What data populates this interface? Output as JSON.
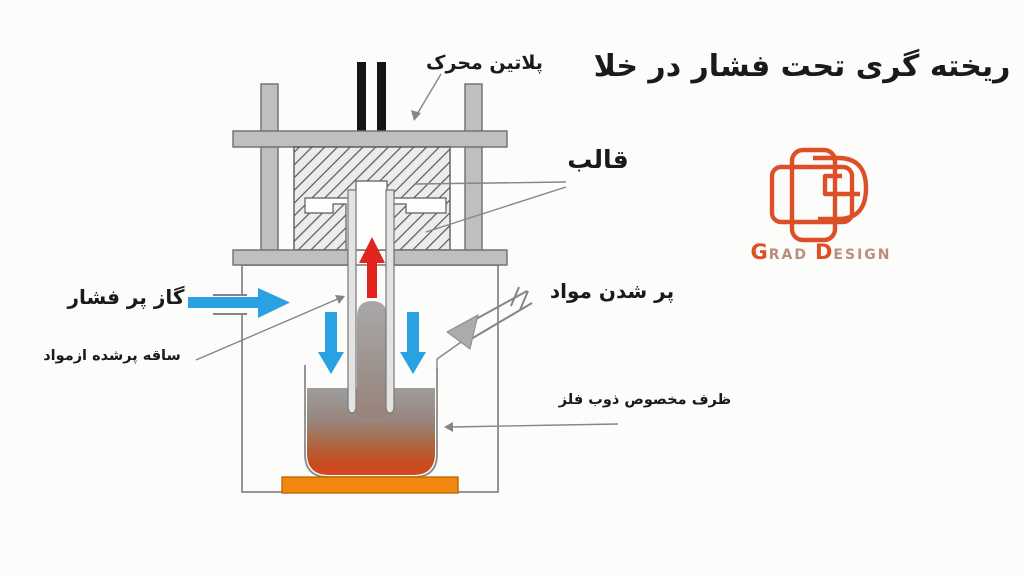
{
  "title": "ریخته گری تحت فشار در خلا",
  "diagram_labels": {
    "moving_platen": "پلاتین محرک",
    "mold": "قالب",
    "pressurized_gas": "گاز پر فشار",
    "stem_filled_with_material": "ساقه پرشده ازمواد",
    "material_filling": "پر شدن مواد",
    "metal_melting_pot": "ظرف مخصوص ذوب فلز"
  },
  "logo": {
    "word1_initial": "G",
    "word1_rest": "RAD",
    "word2_initial": "D",
    "word2_rest": "ESIGN"
  },
  "colors": {
    "blue": "#2aa1e3",
    "red": "#e1251d",
    "base_orange": "#f0870f",
    "logo_orange": "#dd4f27",
    "logo_text": "#bb8d7e",
    "annotation": "#858585"
  }
}
